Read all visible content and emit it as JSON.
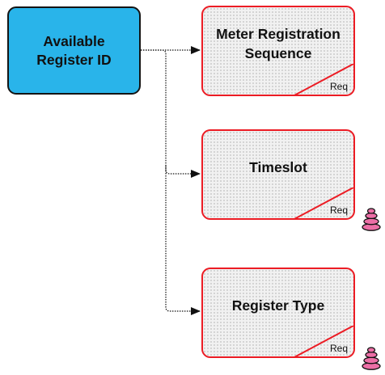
{
  "root": {
    "label": "Available\nRegister ID"
  },
  "children": [
    {
      "title": "Meter Registration\nSequence",
      "tag": "Req",
      "has_stack_icon": false
    },
    {
      "title": "Timeslot",
      "tag": "Req",
      "has_stack_icon": true
    },
    {
      "title": "Register Type",
      "tag": "Req",
      "has_stack_icon": true
    }
  ],
  "colors": {
    "root_fill": "#29b4ea",
    "child_border": "#ec1c24",
    "child_fill": "#f1f1f1",
    "connector": "#111111",
    "stack_icon": "#ec6fa6"
  },
  "icons": {
    "stack": "stacked-records-icon"
  }
}
